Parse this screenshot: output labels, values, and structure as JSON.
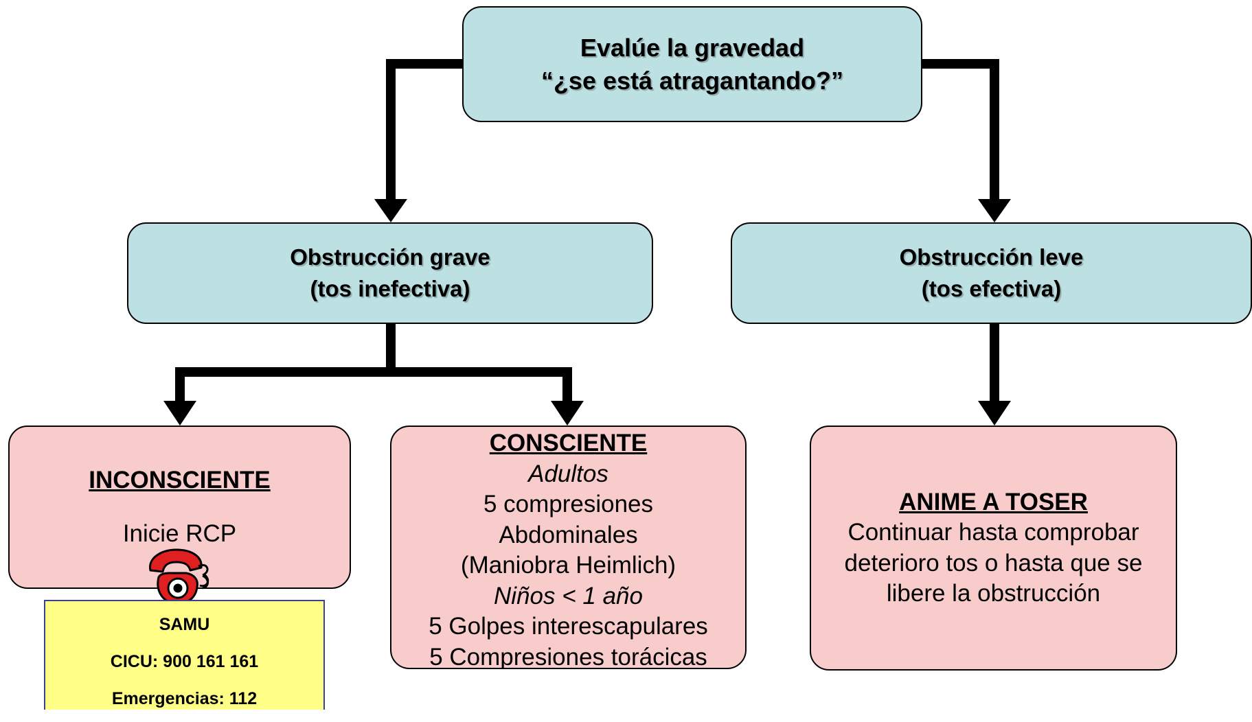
{
  "top": {
    "line1": "Evalúe la gravedad",
    "line2": "“¿se está atragantando?”"
  },
  "grave": {
    "line1": "Obstrucción grave",
    "line2": "(tos inefectiva)"
  },
  "leve": {
    "line1": "Obstrucción leve",
    "line2": "(tos efectiva)"
  },
  "inconsciente": {
    "title": "INCONSCIENTE",
    "action": "Inicie RCP"
  },
  "consciente": {
    "title": "CONSCIENTE",
    "adultos": "Adultos",
    "line1": "5 compresiones",
    "line2": "Abdominales",
    "line3": "(Maniobra Heimlich)",
    "ninos": "Niños < 1 año",
    "line4": "5 Golpes interescapulares",
    "line5": "5 Compresiones torácicas"
  },
  "anime": {
    "title": "ANIME A TOSER",
    "line1": "Continuar hasta comprobar",
    "line2": "deterioro tos o hasta que se",
    "line3": "libere la obstrucción"
  },
  "samu": {
    "line1": "SAMU",
    "line2": "CICU: 900 161 161",
    "line3": "Emergencias: 112"
  },
  "colors": {
    "teal_box": "#bde0e3",
    "pink_box": "#f9cccc",
    "yellow_box": "#ffff88",
    "phone_red": "#e02020"
  },
  "icons": {
    "phone": "telephone-icon"
  }
}
